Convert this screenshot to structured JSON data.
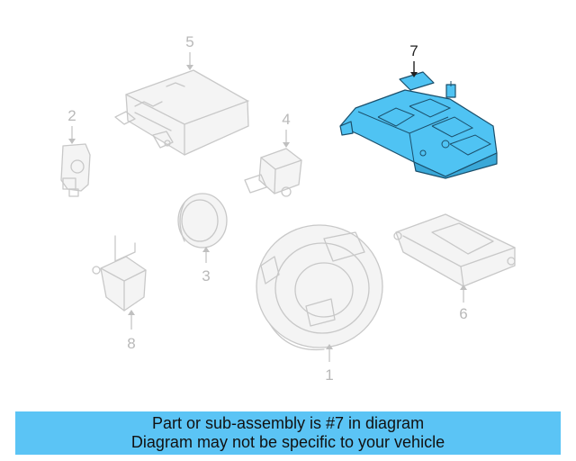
{
  "diagram": {
    "callouts": {
      "c1": "1",
      "c2": "2",
      "c3": "3",
      "c4": "4",
      "c5": "5",
      "c6": "6",
      "c7": "7",
      "c8": "8"
    },
    "highlight_color": "#4fc3f3"
  },
  "banner": {
    "line1": "Part or sub-assembly is #7 in diagram",
    "line2": "Diagram may not be specific to your vehicle",
    "background": "#5bc4f5"
  }
}
